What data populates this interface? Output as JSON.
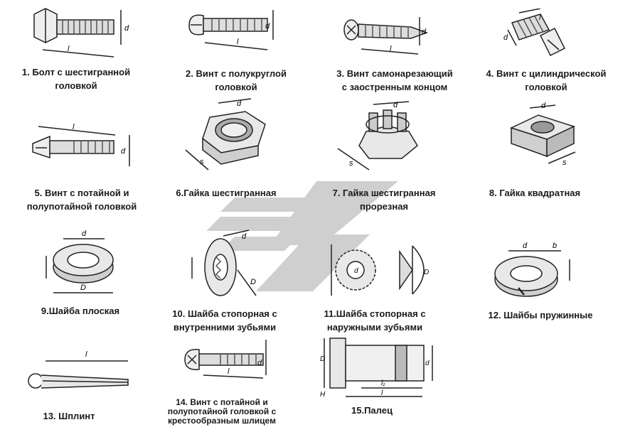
{
  "watermark": {
    "colors": [
      "#c9c9c9",
      "#d6d6d6"
    ]
  },
  "dim_labels": {
    "d": "d",
    "l": "l",
    "s": "s",
    "D": "D",
    "b": "b",
    "H": "H",
    "l1": "l₁"
  },
  "items": [
    {
      "id": 1,
      "lines": [
        "1. Болт  с шестигранной",
        "головкой"
      ]
    },
    {
      "id": 2,
      "lines": [
        "2.  Винт  с полукруглой",
        "головкой"
      ]
    },
    {
      "id": 3,
      "lines": [
        "3. Винт самонарезающий",
        "с заостренным концом"
      ]
    },
    {
      "id": 4,
      "lines": [
        "4. Винт с цилиндрической",
        "головкой"
      ]
    },
    {
      "id": 5,
      "lines": [
        "5. Винт с потайной и",
        "полупотайной головкой"
      ]
    },
    {
      "id": 6,
      "lines": [
        "6.Гайка шестигранная"
      ]
    },
    {
      "id": 7,
      "lines": [
        "7. Гайка шестигранная",
        "прорезная"
      ]
    },
    {
      "id": 8,
      "lines": [
        "8. Гайка квадратная"
      ]
    },
    {
      "id": 9,
      "lines": [
        "9.Шайба  плоская"
      ]
    },
    {
      "id": 10,
      "lines": [
        "10. Шайба  стопорная с",
        "внутренними зубьями"
      ]
    },
    {
      "id": 11,
      "lines": [
        "11.Шайба  стопорная с",
        "наружными зубьями"
      ]
    },
    {
      "id": 12,
      "lines": [
        "12. Шайбы пружинные"
      ]
    },
    {
      "id": 13,
      "lines": [
        "13. Шплинт"
      ]
    },
    {
      "id": 14,
      "lines": [
        "14. Винт  с потайной и",
        "полупотайной головкой с",
        "крестообразным шлицем"
      ]
    },
    {
      "id": 15,
      "lines": [
        "15.Палец"
      ]
    }
  ]
}
